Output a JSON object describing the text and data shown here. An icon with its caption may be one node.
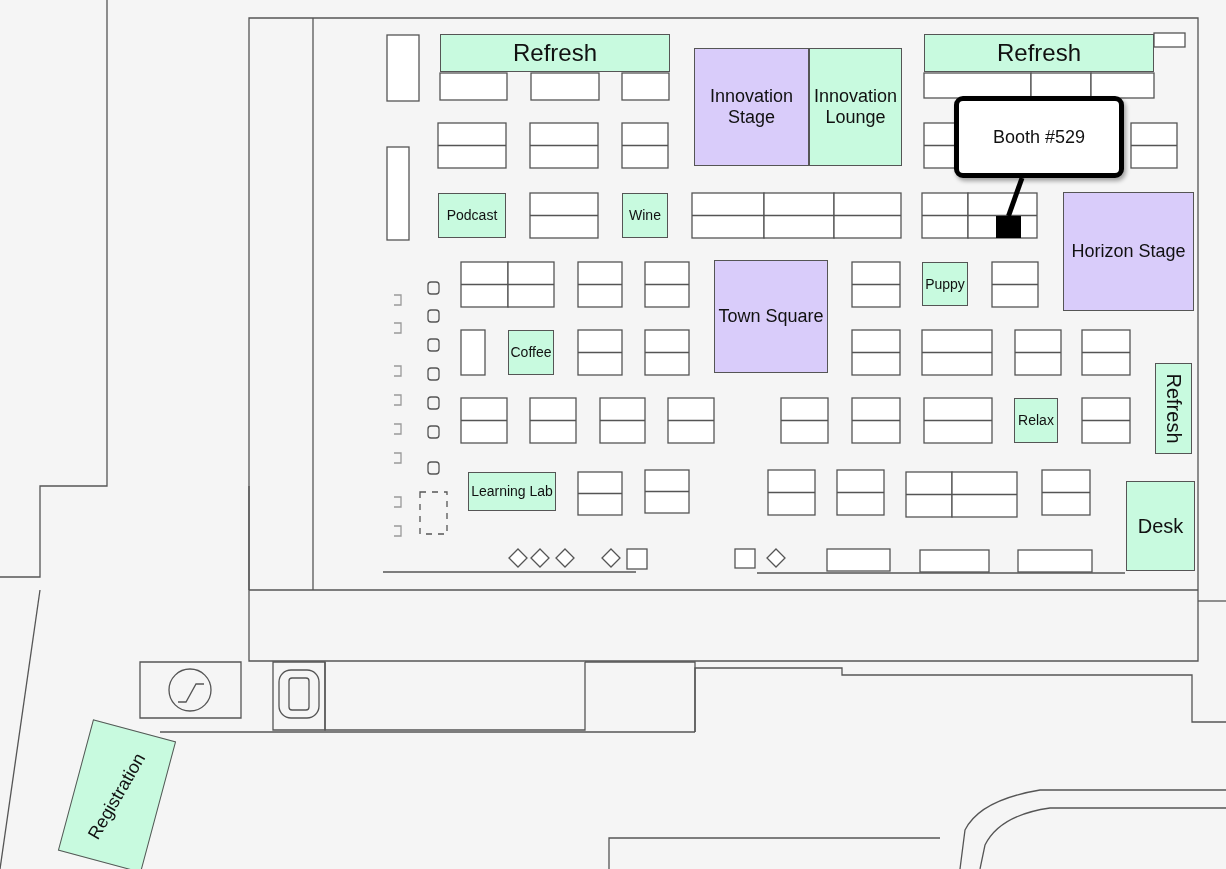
{
  "diagram": {
    "nodes": [
      {
        "text": [
          "Refresh"
        ]
      },
      {
        "text": [
          "Innovation Stage"
        ]
      },
      {
        "text": [
          "Innovation Lounge"
        ]
      },
      {
        "text": [
          "Refresh"
        ]
      },
      {
        "text": [
          "Booth #529"
        ]
      },
      {
        "text": [
          "Podcast"
        ]
      },
      {
        "text": [
          "Wine"
        ]
      },
      {
        "text": [],
        "shape": "box"
      },
      {
        "text": [
          "Horizon Stage"
        ]
      },
      {
        "text": [
          "Town Square"
        ]
      },
      {
        "text": [
          "Puppy"
        ]
      },
      {
        "text": [
          "Coffee"
        ]
      },
      {
        "text": [
          "Refresh"
        ]
      },
      {
        "text": [
          "Relax"
        ]
      },
      {
        "text": [
          "Learning Lab"
        ]
      },
      {
        "text": [
          "Desk"
        ]
      },
      {
        "text": [
          "Registration"
        ]
      }
    ],
    "edges": [
      {
        "from": 4,
        "to": 7,
        "arrow": "none"
      }
    ]
  }
}
